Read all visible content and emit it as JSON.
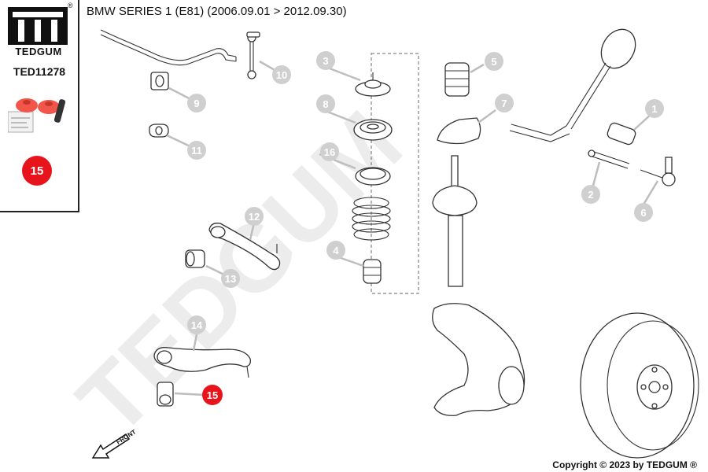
{
  "header": {
    "title": "BMW SERIES 1 (E81)  (2006.09.01 > 2012.09.30)"
  },
  "sidebar": {
    "brand": "TEDGUM",
    "registered_mark": "®",
    "part_code": "TED11278",
    "highlighted_number": "15"
  },
  "watermark": "TEDGUM",
  "footer": {
    "copyright": "Copyright © 2023 by TEDGUM ®"
  },
  "front_label": "FRONT",
  "callouts": [
    "1",
    "2",
    "3",
    "4",
    "5",
    "6",
    "7",
    "8",
    "9",
    "10",
    "11",
    "12",
    "13",
    "14",
    "15",
    "16"
  ],
  "colors": {
    "highlight": "#e8141c",
    "callout_grey": "#cfcfcf",
    "watermark": "#ececec",
    "line": "#333333"
  }
}
